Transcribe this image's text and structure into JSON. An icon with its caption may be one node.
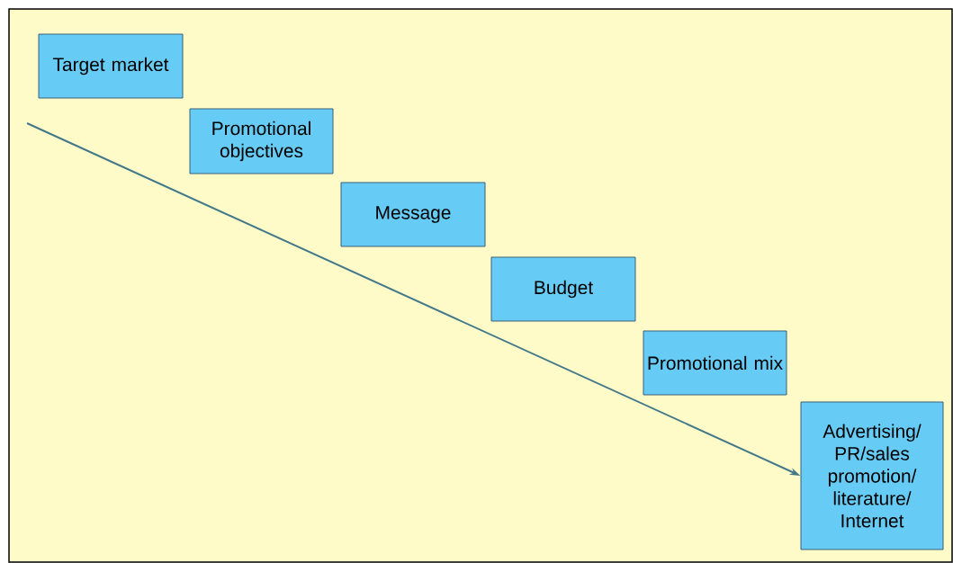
{
  "diagram": {
    "nodes": [
      {
        "text": [
          "Target market"
        ]
      },
      {
        "text": [
          "Promotional objectives"
        ]
      },
      {
        "text": [
          "Message"
        ]
      },
      {
        "text": [
          "Budget"
        ]
      },
      {
        "text": [
          "Promotional mix"
        ]
      },
      {
        "text": [
          "Advertising/ PR/sales promotion/ literature/ Internet"
        ]
      }
    ],
    "edges": [
      {
        "from": null,
        "to": 5,
        "arrow": "to"
      }
    ]
  }
}
